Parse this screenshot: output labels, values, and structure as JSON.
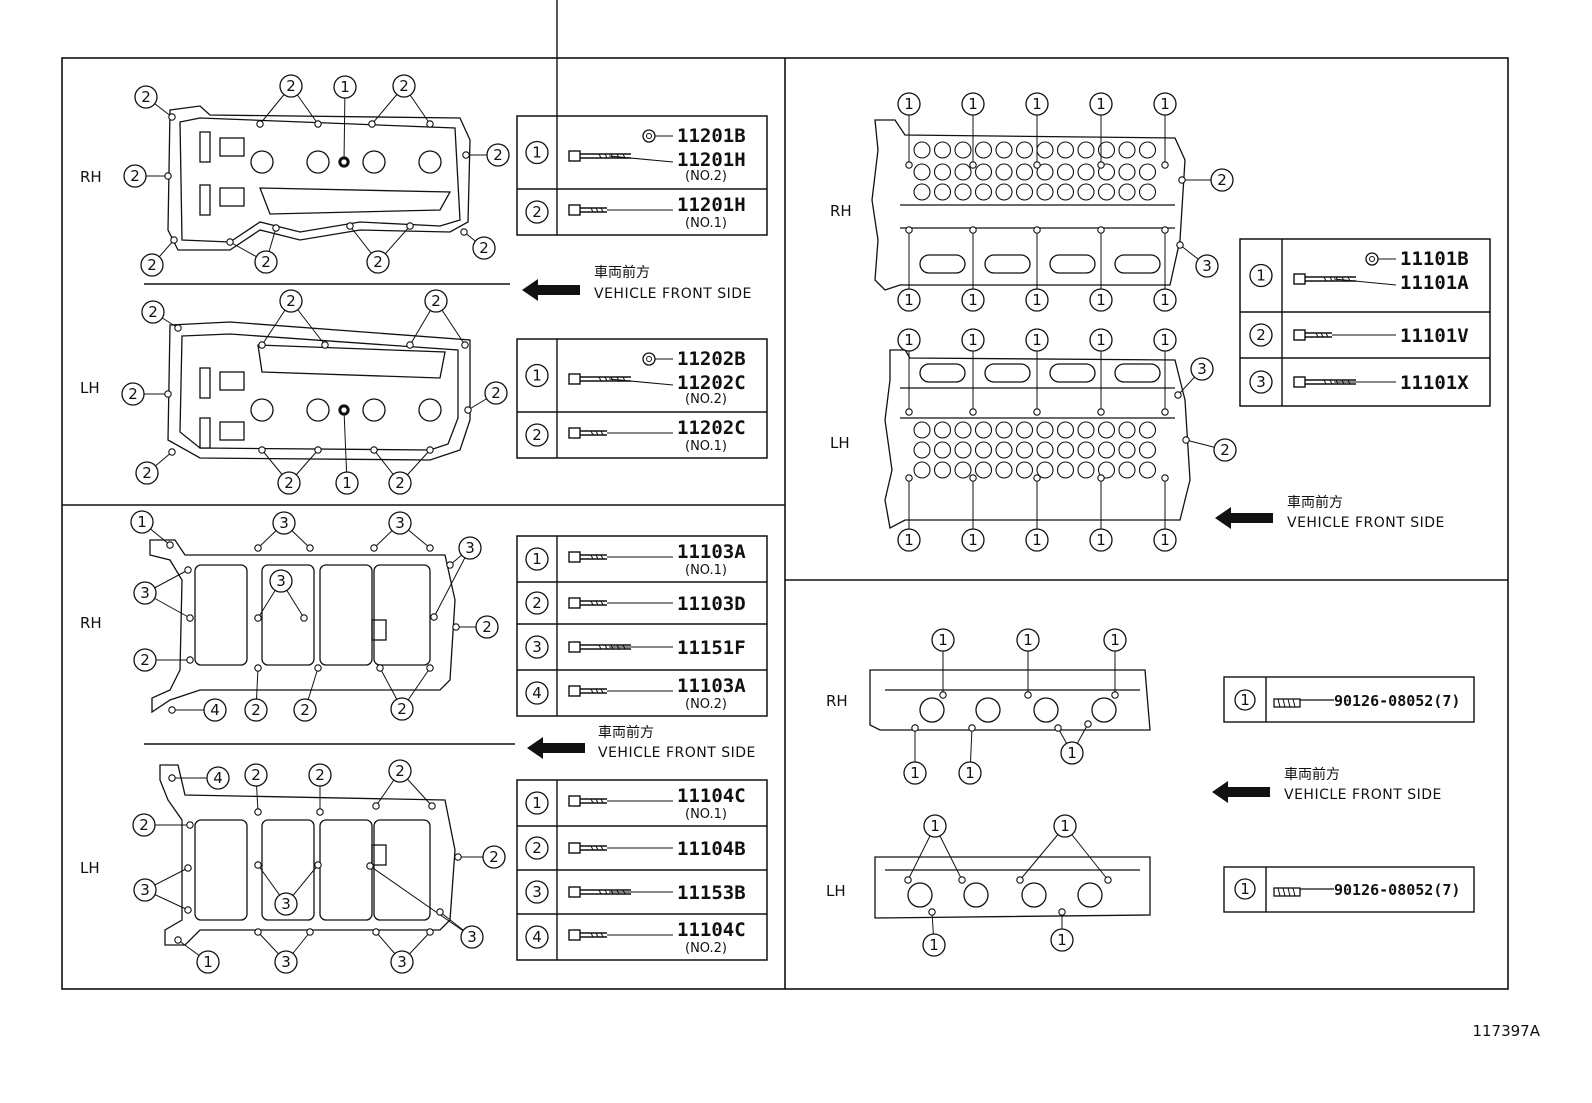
{
  "side_labels": {
    "rh": "RH",
    "lh": "LH"
  },
  "front_label": {
    "jp": "車両前方",
    "en": "VEHICLE FRONT SIDE"
  },
  "reference_code": "117397A",
  "panels": {
    "cam_cover": {
      "rh_table": [
        {
          "num": "1",
          "parts": [
            "11201B",
            "11201H"
          ],
          "sub": "(NO.2)",
          "washer": true
        },
        {
          "num": "2",
          "parts": [
            "11201H"
          ],
          "sub": "(NO.1)",
          "washer": false
        }
      ],
      "lh_table": [
        {
          "num": "1",
          "parts": [
            "11202B",
            "11202C"
          ],
          "sub": "(NO.2)",
          "washer": true
        },
        {
          "num": "2",
          "parts": [
            "11202C"
          ],
          "sub": "(NO.1)",
          "washer": false
        }
      ]
    },
    "lower_housing": {
      "rh_table": [
        {
          "num": "1",
          "parts": [
            "11103A"
          ],
          "sub": "(NO.1)"
        },
        {
          "num": "2",
          "parts": [
            "11103D"
          ],
          "sub": ""
        },
        {
          "num": "3",
          "parts": [
            "11151F"
          ],
          "sub": ""
        },
        {
          "num": "4",
          "parts": [
            "11103A"
          ],
          "sub": "(NO.2)"
        }
      ],
      "lh_table": [
        {
          "num": "1",
          "parts": [
            "11104C"
          ],
          "sub": "(NO.1)"
        },
        {
          "num": "2",
          "parts": [
            "11104B"
          ],
          "sub": ""
        },
        {
          "num": "3",
          "parts": [
            "11153B"
          ],
          "sub": ""
        },
        {
          "num": "4",
          "parts": [
            "11104C"
          ],
          "sub": "(NO.2)"
        }
      ]
    },
    "cylinder_head": {
      "table": [
        {
          "num": "1",
          "parts": [
            "11101B",
            "11101A"
          ],
          "washer": true
        },
        {
          "num": "2",
          "parts": [
            "11101V"
          ],
          "washer": false
        },
        {
          "num": "3",
          "parts": [
            "11101X"
          ],
          "washer": false
        }
      ]
    },
    "manifold_stud": {
      "rh_row": {
        "num": "1",
        "part": "90126-08052(7)"
      },
      "lh_row": {
        "num": "1",
        "part": "90126-08052(7)"
      }
    }
  }
}
